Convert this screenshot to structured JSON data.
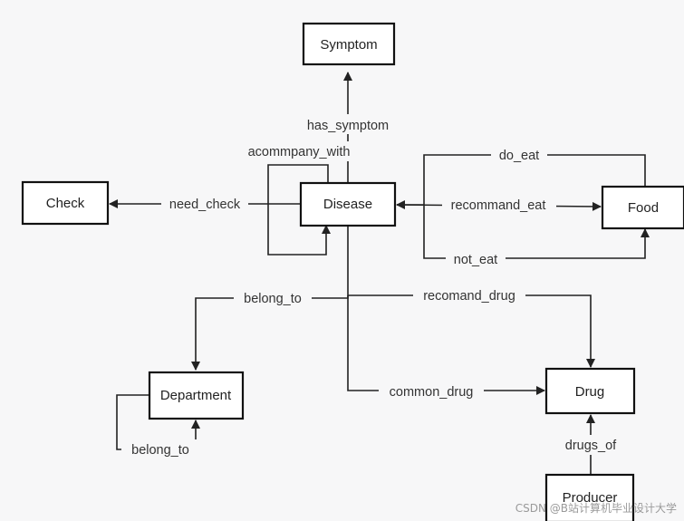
{
  "nodes": {
    "symptom": "Symptom",
    "check": "Check",
    "disease": "Disease",
    "food": "Food",
    "department": "Department",
    "drug": "Drug",
    "producer": "Producer"
  },
  "edges": {
    "has_symptom": "has_symptom",
    "acompany_with": "acommpany_with",
    "need_check": "need_check",
    "do_eat": "do_eat",
    "recommand_eat": "recommand_eat",
    "not_eat": "not_eat",
    "belong_to": "belong_to",
    "recomand_drug": "recomand_drug",
    "common_drug": "common_drug",
    "belong_to_dept": "belong_to",
    "drugs_of": "drugs_of"
  },
  "watermark": "CSDN @B站计算机毕业设计大学"
}
